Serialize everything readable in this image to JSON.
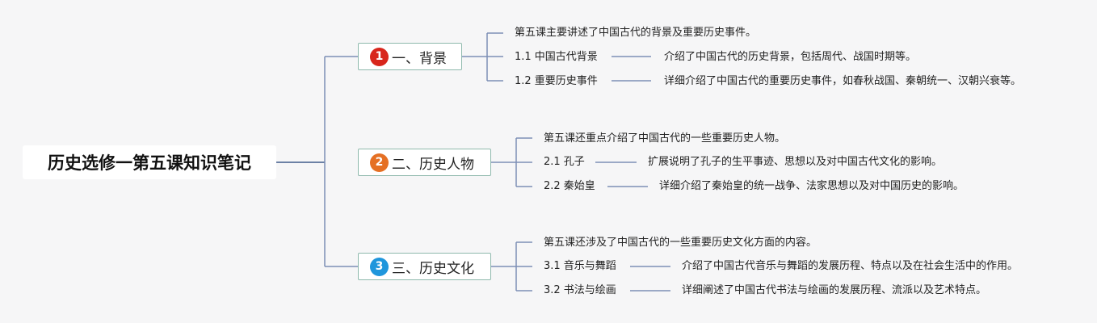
{
  "root": {
    "title": "历史选修一第五课知识笔记"
  },
  "branches": [
    {
      "number": "1",
      "label": "一、背景",
      "badge_color": "#d8261c",
      "summary": "第五课主要讲述了中国古代的背景及重要历史事件。",
      "items": [
        {
          "label": "1.1 中国古代背景",
          "detail": "介绍了中国古代的历史背景，包括周代、战国时期等。"
        },
        {
          "label": "1.2 重要历史事件",
          "detail": "详细介绍了中国古代的重要历史事件，如春秋战国、秦朝统一、汉朝兴衰等。"
        }
      ]
    },
    {
      "number": "2",
      "label": "二、历史人物",
      "badge_color": "#e57024",
      "summary": "第五课还重点介绍了中国古代的一些重要历史人物。",
      "items": [
        {
          "label": "2.1 孔子",
          "detail": "扩展说明了孔子的生平事迹、思想以及对中国古代文化的影响。"
        },
        {
          "label": "2.2 秦始皇",
          "detail": "详细介绍了秦始皇的统一战争、法家思想以及对中国历史的影响。"
        }
      ]
    },
    {
      "number": "3",
      "label": "三、历史文化",
      "badge_color": "#1f96dc",
      "summary": "第五课还涉及了中国古代的一些重要历史文化方面的内容。",
      "items": [
        {
          "label": "3.1 音乐与舞蹈",
          "detail": "介绍了中国古代音乐与舞蹈的发展历程、特点以及在社会生活中的作用。"
        },
        {
          "label": "3.2 书法与绘画",
          "detail": "详细阐述了中国古代书法与绘画的发展历程、流派以及艺术特点。"
        }
      ]
    }
  ],
  "colors": {
    "root_line": "#3e5a8a",
    "branch_line": "#7d8fb5",
    "branch_border": "#8fb9ad"
  }
}
